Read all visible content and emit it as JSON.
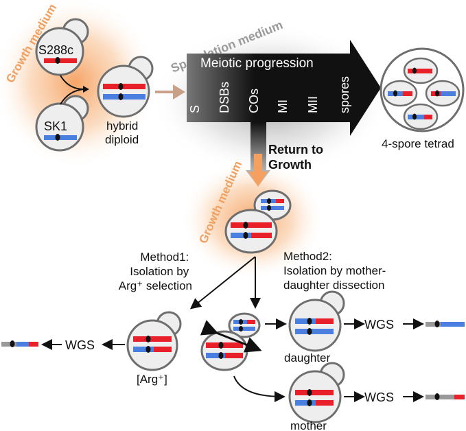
{
  "colors": {
    "red": "#e8202a",
    "blue": "#4a7fdf",
    "gray": "#999999",
    "orange": "#f5a060",
    "cell_border": "#6e6e6e",
    "cell_fill": "#eeeeee"
  },
  "labels": {
    "growth_medium_1": "Growth medium",
    "growth_medium_2": "Growth medium",
    "sporulation_medium": "Sporulation medium",
    "s288c": "S288c",
    "sk1": "SK1",
    "hybrid_diploid": "hybrid\ndiploid",
    "meiotic_progression": "Meiotic progression",
    "stages": [
      "S",
      "DSBs",
      "COs",
      "MI",
      "MII",
      "spores"
    ],
    "tetrad": "4-spore tetrad",
    "return_to_growth": "Return to\nGrowth",
    "method1": "Method1:\nIsolation by\nArg⁺ selection",
    "method2": "Method2:\nIsolation by mother-\ndaughter dissection",
    "arg_plus": "[Arg⁺]",
    "daughter": "daughter",
    "mother": "mother",
    "wgs_left": "WGS",
    "wgs_daughter": "WGS",
    "wgs_mother": "WGS"
  }
}
